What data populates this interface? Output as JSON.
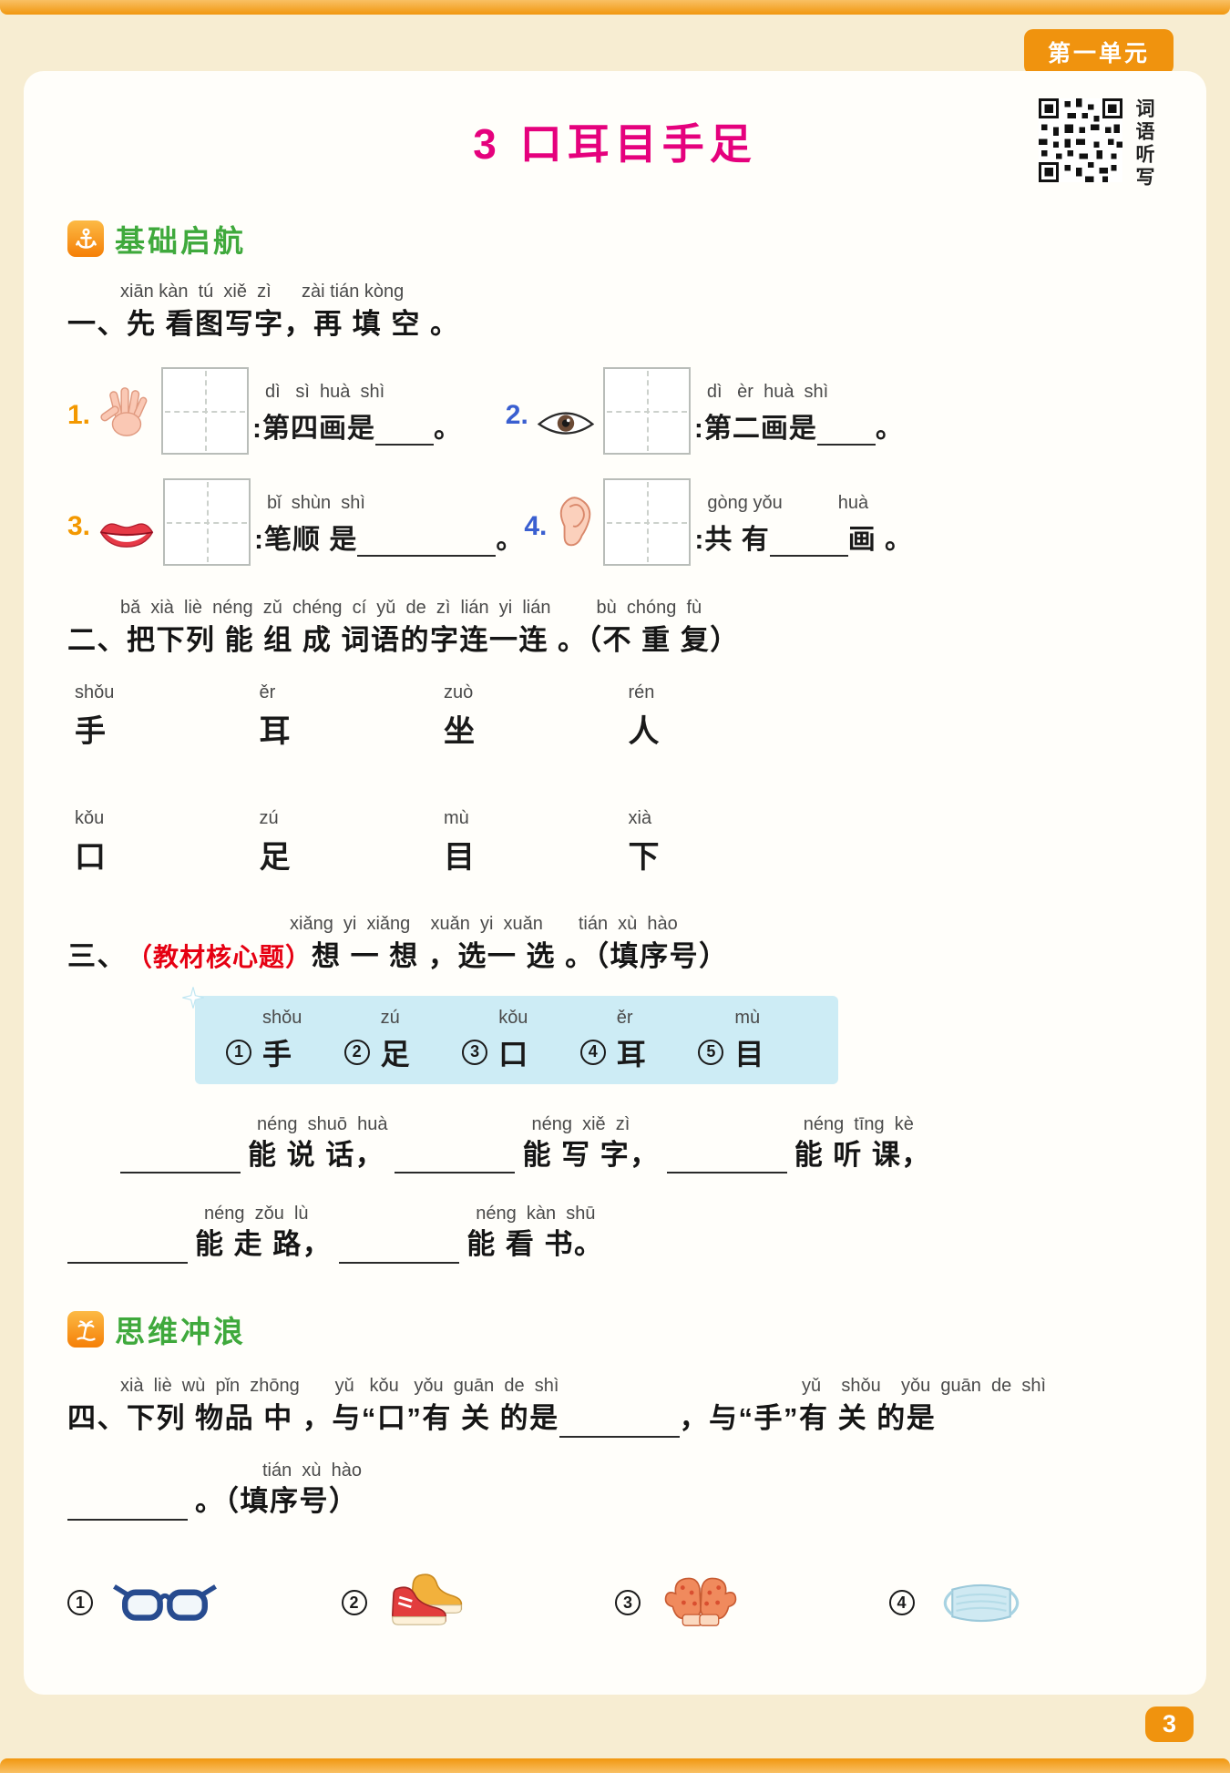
{
  "page": {
    "unit_label": "第一单元",
    "title_number": "3",
    "title": "口耳目手足",
    "qr_caption": "词语听写",
    "page_number": "3",
    "colors": {
      "accent_orange": "#f0930e",
      "title_pink": "#e5017d",
      "section_green": "#3fa93c",
      "number_orange": "#f39800",
      "number_blue": "#3a5fd0",
      "tag_red": "#e60012",
      "highlight_blue": "#cdecf5"
    }
  },
  "section1": {
    "label": "基础启航"
  },
  "section2": {
    "label": "思维冲浪"
  },
  "ex1": {
    "pinyin": "xiān kàn  tú  xiě  zì      zài tián kòng",
    "instruction": "一、先 看图写字，再 填 空 。",
    "items": [
      {
        "num": "1.",
        "icon": "hand-icon",
        "pinyin": "dì   sì  huà  shì",
        "before": ":第四画是",
        "after": "。"
      },
      {
        "num": "2.",
        "icon": "eye-icon",
        "pinyin": "dì   èr  huà  shì",
        "before": ":第二画是",
        "after": "。"
      },
      {
        "num": "3.",
        "icon": "mouth-icon",
        "pinyin": "bǐ  shùn  shì",
        "before": ":笔顺 是",
        "after": "。"
      },
      {
        "num": "4.",
        "icon": "ear-icon",
        "pinyin": "gòng yǒu           huà",
        "before": ":共 有",
        "after": "画 。"
      }
    ]
  },
  "ex2": {
    "pinyin": "bǎ  xià  liè  néng  zǔ  chéng  cí  yǔ  de  zì  lián  yi  lián         bù  chóng  fù",
    "instruction": "二、把下列 能 组 成 词语的字连一连 。（不 重 复）",
    "row1": [
      {
        "py": "shǒu",
        "ch": "手"
      },
      {
        "py": "ěr",
        "ch": "耳"
      },
      {
        "py": "zuò",
        "ch": "坐"
      },
      {
        "py": "rén",
        "ch": "人"
      }
    ],
    "row2": [
      {
        "py": "kǒu",
        "ch": "口"
      },
      {
        "py": "zú",
        "ch": "足"
      },
      {
        "py": "mù",
        "ch": "目"
      },
      {
        "py": "xià",
        "ch": "下"
      }
    ]
  },
  "ex3": {
    "pinyin": "xiǎng  yi  xiǎng    xuǎn  yi  xuǎn       tián  xù  hào",
    "prefix": "三、",
    "tag": "（教材核心题）",
    "instruction": "想 一 想 ，选一 选 。（填序号）",
    "options": [
      {
        "num": "1",
        "py": "shǒu",
        "ch": "手"
      },
      {
        "num": "2",
        "py": "zú",
        "ch": "足"
      },
      {
        "num": "3",
        "py": "kǒu",
        "ch": "口"
      },
      {
        "num": "4",
        "py": "ěr",
        "ch": "耳"
      },
      {
        "num": "5",
        "py": "mù",
        "ch": "目"
      }
    ],
    "line1": [
      {
        "py": "néng  shuō  huà",
        "text": "能 说 话，"
      },
      {
        "py": "néng  xiě  zì",
        "text": "能 写 字，"
      },
      {
        "py": "néng  tīng  kè",
        "text": "能 听 课，"
      }
    ],
    "line2": [
      {
        "py": "néng  zǒu  lù",
        "text": "能 走 路，"
      },
      {
        "py": "néng  kàn  shū",
        "text": "能 看 书。"
      }
    ]
  },
  "ex4": {
    "pinyin_left": "xià  liè  wù  pǐn  zhōng       yǔ   kǒu   yǒu  guān  de  shì",
    "pinyin_right": "yǔ    shǒu    yǒu  guān  de  shì",
    "part1": "四、下列 物品 中 ，与“口”有 关 的是",
    "part2": "，与“手”有 关 的是",
    "pinyin_line2": "tián  xù  hào",
    "part3": "。（填序号）",
    "items": [
      {
        "num": "1",
        "icon": "glasses-icon"
      },
      {
        "num": "2",
        "icon": "shoes-icon"
      },
      {
        "num": "3",
        "icon": "mittens-icon"
      },
      {
        "num": "4",
        "icon": "mask-icon"
      }
    ]
  }
}
